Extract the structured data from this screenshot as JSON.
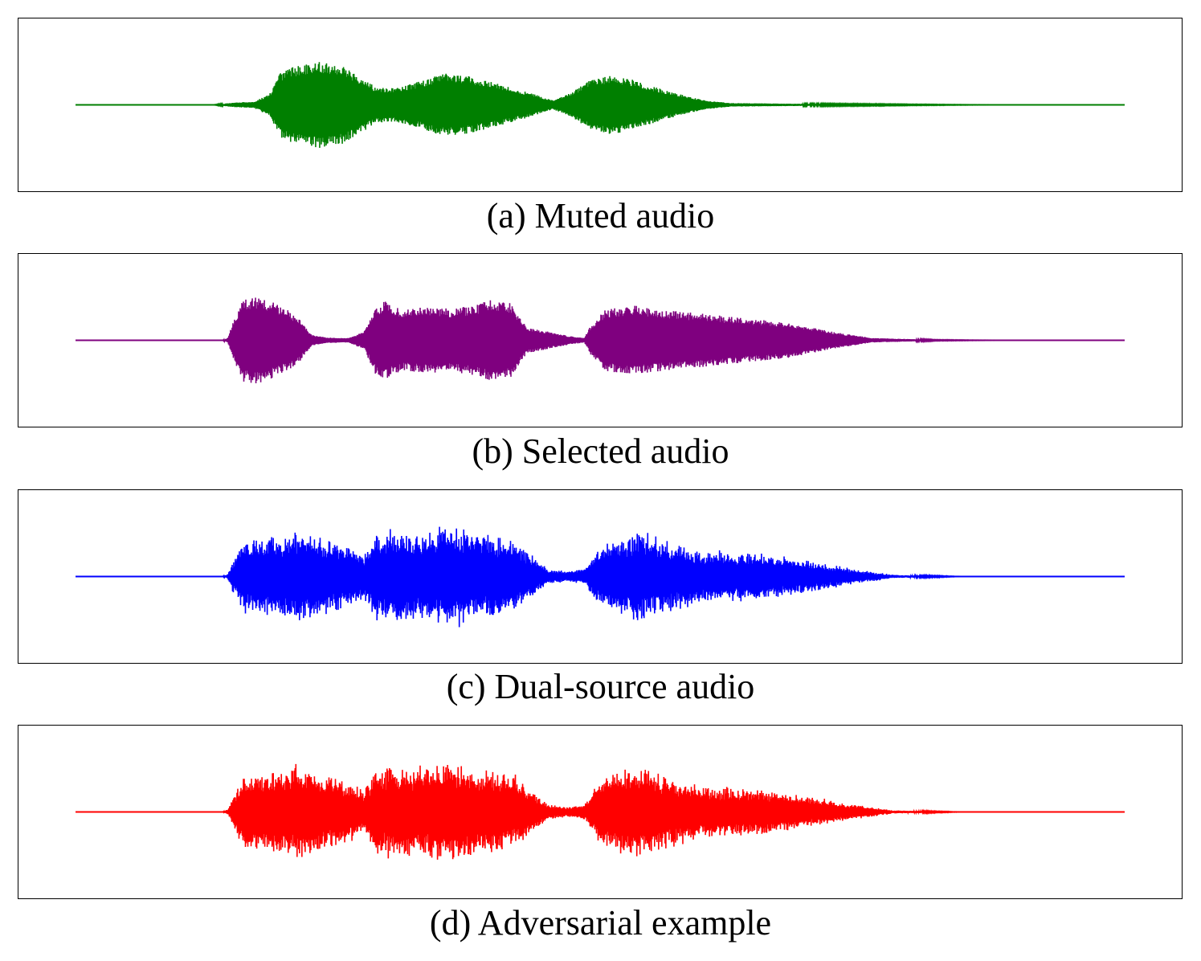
{
  "chart_data": [
    {
      "type": "line",
      "title": "(a) Muted audio",
      "color": "#007f00",
      "x_range": [
        0,
        1
      ],
      "ylim": [
        -1,
        1
      ],
      "grid": false,
      "envelope": [
        [
          0.0,
          0.0
        ],
        [
          0.13,
          0.0
        ],
        [
          0.14,
          0.02
        ],
        [
          0.15,
          0.05
        ],
        [
          0.17,
          0.07
        ],
        [
          0.185,
          0.25
        ],
        [
          0.195,
          0.75
        ],
        [
          0.215,
          0.95
        ],
        [
          0.235,
          1.0
        ],
        [
          0.25,
          0.95
        ],
        [
          0.265,
          0.75
        ],
        [
          0.275,
          0.6
        ],
        [
          0.285,
          0.42
        ],
        [
          0.3,
          0.38
        ],
        [
          0.31,
          0.42
        ],
        [
          0.33,
          0.55
        ],
        [
          0.35,
          0.72
        ],
        [
          0.37,
          0.68
        ],
        [
          0.4,
          0.5
        ],
        [
          0.43,
          0.3
        ],
        [
          0.455,
          0.1
        ],
        [
          0.47,
          0.25
        ],
        [
          0.49,
          0.55
        ],
        [
          0.51,
          0.68
        ],
        [
          0.53,
          0.58
        ],
        [
          0.55,
          0.42
        ],
        [
          0.575,
          0.25
        ],
        [
          0.6,
          0.1
        ],
        [
          0.625,
          0.04
        ],
        [
          0.7,
          0.02
        ],
        [
          0.8,
          0.01
        ],
        [
          0.9,
          0.0
        ],
        [
          1.0,
          0.0
        ]
      ]
    },
    {
      "type": "line",
      "title": "(b) Selected audio",
      "color": "#7f007f",
      "x_range": [
        0,
        1
      ],
      "ylim": [
        -1,
        1
      ],
      "grid": false,
      "envelope": [
        [
          0.0,
          0.0
        ],
        [
          0.14,
          0.0
        ],
        [
          0.145,
          0.05
        ],
        [
          0.15,
          0.4
        ],
        [
          0.16,
          0.95
        ],
        [
          0.175,
          1.0
        ],
        [
          0.19,
          0.85
        ],
        [
          0.205,
          0.65
        ],
        [
          0.215,
          0.45
        ],
        [
          0.225,
          0.12
        ],
        [
          0.24,
          0.06
        ],
        [
          0.26,
          0.05
        ],
        [
          0.275,
          0.2
        ],
        [
          0.285,
          0.75
        ],
        [
          0.295,
          0.9
        ],
        [
          0.31,
          0.7
        ],
        [
          0.33,
          0.75
        ],
        [
          0.36,
          0.72
        ],
        [
          0.38,
          0.8
        ],
        [
          0.4,
          0.95
        ],
        [
          0.415,
          0.85
        ],
        [
          0.43,
          0.3
        ],
        [
          0.45,
          0.2
        ],
        [
          0.47,
          0.1
        ],
        [
          0.485,
          0.05
        ],
        [
          0.49,
          0.3
        ],
        [
          0.505,
          0.7
        ],
        [
          0.53,
          0.8
        ],
        [
          0.56,
          0.7
        ],
        [
          0.6,
          0.6
        ],
        [
          0.64,
          0.5
        ],
        [
          0.68,
          0.4
        ],
        [
          0.72,
          0.2
        ],
        [
          0.76,
          0.05
        ],
        [
          0.82,
          0.01
        ],
        [
          0.9,
          0.0
        ],
        [
          1.0,
          0.0
        ]
      ]
    },
    {
      "type": "line",
      "title": "(c) Dual-source audio",
      "color": "#0000ff",
      "x_range": [
        0,
        1
      ],
      "ylim": [
        -1,
        1
      ],
      "grid": false,
      "envelope": [
        [
          0.0,
          0.0
        ],
        [
          0.14,
          0.0
        ],
        [
          0.145,
          0.05
        ],
        [
          0.15,
          0.3
        ],
        [
          0.16,
          0.7
        ],
        [
          0.18,
          0.75
        ],
        [
          0.2,
          0.8
        ],
        [
          0.21,
          0.95
        ],
        [
          0.22,
          0.85
        ],
        [
          0.24,
          0.7
        ],
        [
          0.26,
          0.6
        ],
        [
          0.275,
          0.4
        ],
        [
          0.285,
          0.8
        ],
        [
          0.3,
          0.9
        ],
        [
          0.32,
          0.85
        ],
        [
          0.34,
          0.9
        ],
        [
          0.36,
          1.0
        ],
        [
          0.38,
          0.85
        ],
        [
          0.4,
          0.8
        ],
        [
          0.42,
          0.7
        ],
        [
          0.435,
          0.4
        ],
        [
          0.45,
          0.15
        ],
        [
          0.47,
          0.1
        ],
        [
          0.485,
          0.15
        ],
        [
          0.5,
          0.6
        ],
        [
          0.52,
          0.8
        ],
        [
          0.54,
          0.85
        ],
        [
          0.56,
          0.7
        ],
        [
          0.6,
          0.5
        ],
        [
          0.65,
          0.45
        ],
        [
          0.7,
          0.3
        ],
        [
          0.74,
          0.15
        ],
        [
          0.78,
          0.03
        ],
        [
          0.85,
          0.0
        ],
        [
          1.0,
          0.0
        ]
      ]
    },
    {
      "type": "line",
      "title": "(d) Adversarial example",
      "color": "#ff0000",
      "x_range": [
        0,
        1
      ],
      "ylim": [
        -1,
        1
      ],
      "grid": false,
      "envelope": [
        [
          0.0,
          0.0
        ],
        [
          0.14,
          0.0
        ],
        [
          0.145,
          0.05
        ],
        [
          0.15,
          0.3
        ],
        [
          0.16,
          0.7
        ],
        [
          0.18,
          0.75
        ],
        [
          0.2,
          0.8
        ],
        [
          0.21,
          0.95
        ],
        [
          0.22,
          0.85
        ],
        [
          0.24,
          0.7
        ],
        [
          0.26,
          0.6
        ],
        [
          0.275,
          0.4
        ],
        [
          0.285,
          0.8
        ],
        [
          0.3,
          0.9
        ],
        [
          0.32,
          0.85
        ],
        [
          0.34,
          0.9
        ],
        [
          0.36,
          1.0
        ],
        [
          0.38,
          0.85
        ],
        [
          0.4,
          0.8
        ],
        [
          0.42,
          0.7
        ],
        [
          0.435,
          0.4
        ],
        [
          0.45,
          0.15
        ],
        [
          0.47,
          0.1
        ],
        [
          0.485,
          0.15
        ],
        [
          0.5,
          0.6
        ],
        [
          0.52,
          0.8
        ],
        [
          0.54,
          0.85
        ],
        [
          0.56,
          0.7
        ],
        [
          0.6,
          0.5
        ],
        [
          0.65,
          0.45
        ],
        [
          0.7,
          0.3
        ],
        [
          0.74,
          0.15
        ],
        [
          0.78,
          0.03
        ],
        [
          0.85,
          0.0
        ],
        [
          1.0,
          0.0
        ]
      ]
    }
  ]
}
